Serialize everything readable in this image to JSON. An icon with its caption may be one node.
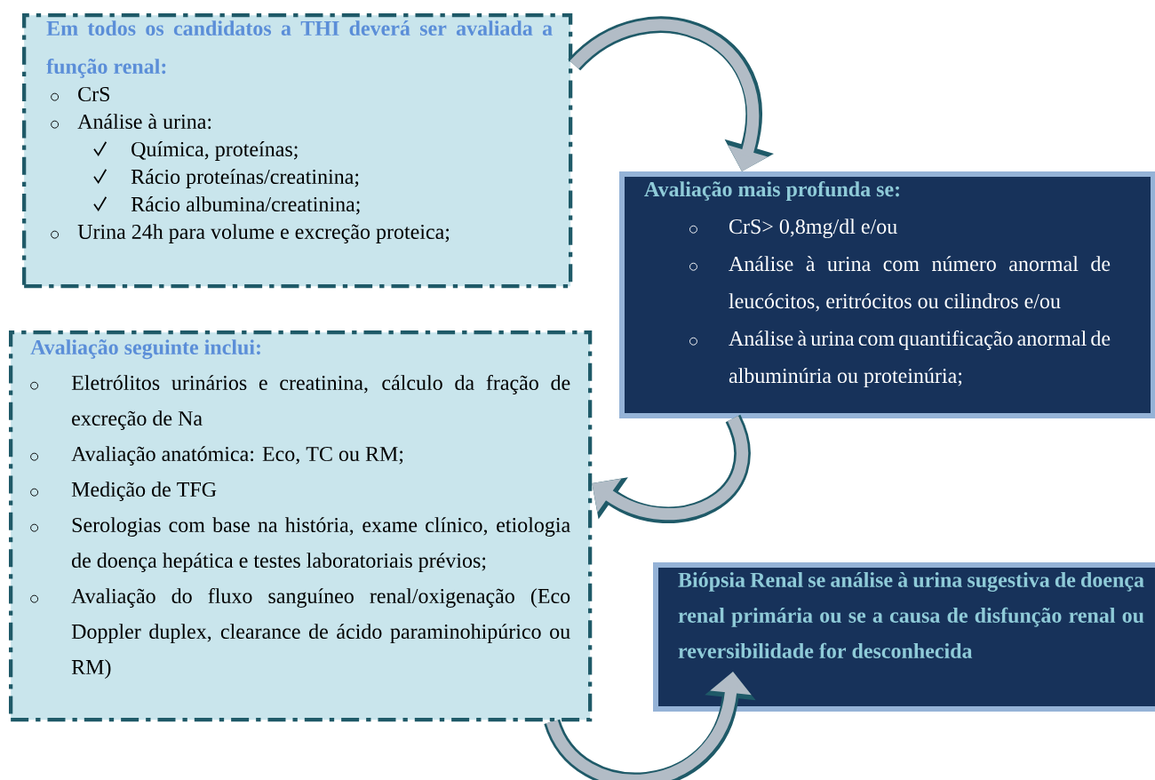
{
  "diagram": {
    "nodes": [
      {
        "text": [
          "Em todos os candidatos a THI deverá ser avaliada a função renal:",
          "CrS",
          "Análise à urina:",
          "Química, proteínas;",
          "Rácio proteínas/creatinina;",
          "Rácio albumina/creatinina;",
          "Urina 24h para volume e excreção proteica;"
        ]
      },
      {
        "text": [
          "Avaliação mais profunda se:",
          "CrS> 0,8mg/dl e/ou",
          "Análise à urina com número anormal de leucócitos, eritrócitos ou cilindros e/ou",
          "Análise à urina com quantificação anormal de albuminúria ou proteinúria;"
        ]
      },
      {
        "text": [
          "Avaliação seguinte inclui:",
          "Eletrólitos urinários e creatinina, cálculo da fração de excreção de Na",
          "Avaliação anatómica: Eco, TC ou RM;",
          "Medição de TFG",
          "Serologias com base na história, exame clínico, etiologia de doença hepática e testes laboratoriais prévios;",
          "Avaliação do fluxo sanguíneo renal/oxigenação (Eco Doppler duplex, clearance de ácido paraminohipúrico ou RM)"
        ]
      },
      {
        "text": [
          "Biópsia Renal se análise à urina sugestiva de doença renal primária ou se a causa de disfunção renal ou reversibilidade for desconhecida"
        ]
      }
    ],
    "edges": [
      {
        "from": 0,
        "to": 1,
        "arrow": "to"
      },
      {
        "from": 1,
        "to": 2,
        "arrow": "to"
      },
      {
        "from": 2,
        "to": 3,
        "arrow": "to"
      }
    ]
  }
}
